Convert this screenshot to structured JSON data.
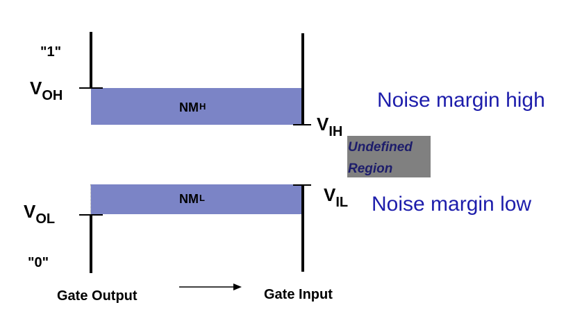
{
  "levels": {
    "one": "\"1\"",
    "zero": "\"0\""
  },
  "voltages": {
    "voh": {
      "main": "V",
      "sub": "OH"
    },
    "vol": {
      "main": "V",
      "sub": "OL"
    },
    "vih": {
      "main": "V",
      "sub": "IH"
    },
    "vil": {
      "main": "V",
      "sub": "IL"
    }
  },
  "margins": {
    "nmh": {
      "main": "NM",
      "sub": "H"
    },
    "nml": {
      "main": "NM",
      "sub": "L"
    }
  },
  "descriptions": {
    "high": "Noise margin high",
    "low": "Noise margin low"
  },
  "undefined_region": {
    "line1": "Undefined",
    "line2": "Region"
  },
  "axis": {
    "left": "Gate Output",
    "right": "Gate Input"
  },
  "colors": {
    "margin_bar": "#7b84c6",
    "undefined_region": "#808080",
    "description_text": "#1d1dab"
  }
}
